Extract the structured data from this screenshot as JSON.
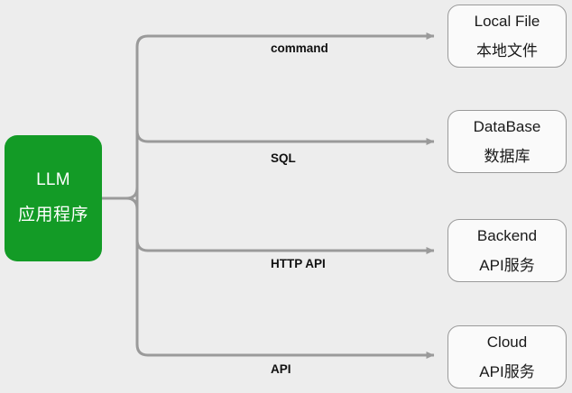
{
  "diagram": {
    "title": "LLM application integration diagram",
    "background_color": "#ededed",
    "source": {
      "name": "llm-application",
      "line_en": "LLM",
      "line_zh": "应用程序",
      "fill_color": "#139b26",
      "text_color": "#ffffff"
    },
    "connector": {
      "color": "#9a9a9a",
      "width": 3,
      "arrowhead": "solid-triangle"
    },
    "edges": [
      {
        "name": "edge-command",
        "label": "command",
        "target": "local-file"
      },
      {
        "name": "edge-sql",
        "label": "SQL",
        "target": "database"
      },
      {
        "name": "edge-http-api",
        "label": "HTTP API",
        "target": "backend"
      },
      {
        "name": "edge-api",
        "label": "API",
        "target": "cloud"
      }
    ],
    "targets": [
      {
        "name": "local-file",
        "line_en": "Local File",
        "line_zh": "本地文件",
        "fill_color": "#fafafa",
        "border_color": "#9a9a9a"
      },
      {
        "name": "database",
        "line_en": "DataBase",
        "line_zh": "数据库",
        "fill_color": "#fafafa",
        "border_color": "#9a9a9a"
      },
      {
        "name": "backend",
        "line_en": "Backend",
        "line_zh": "API服务",
        "fill_color": "#fafafa",
        "border_color": "#9a9a9a"
      },
      {
        "name": "cloud",
        "line_en": "Cloud",
        "line_zh": "API服务",
        "fill_color": "#fafafa",
        "border_color": "#9a9a9a"
      }
    ]
  }
}
